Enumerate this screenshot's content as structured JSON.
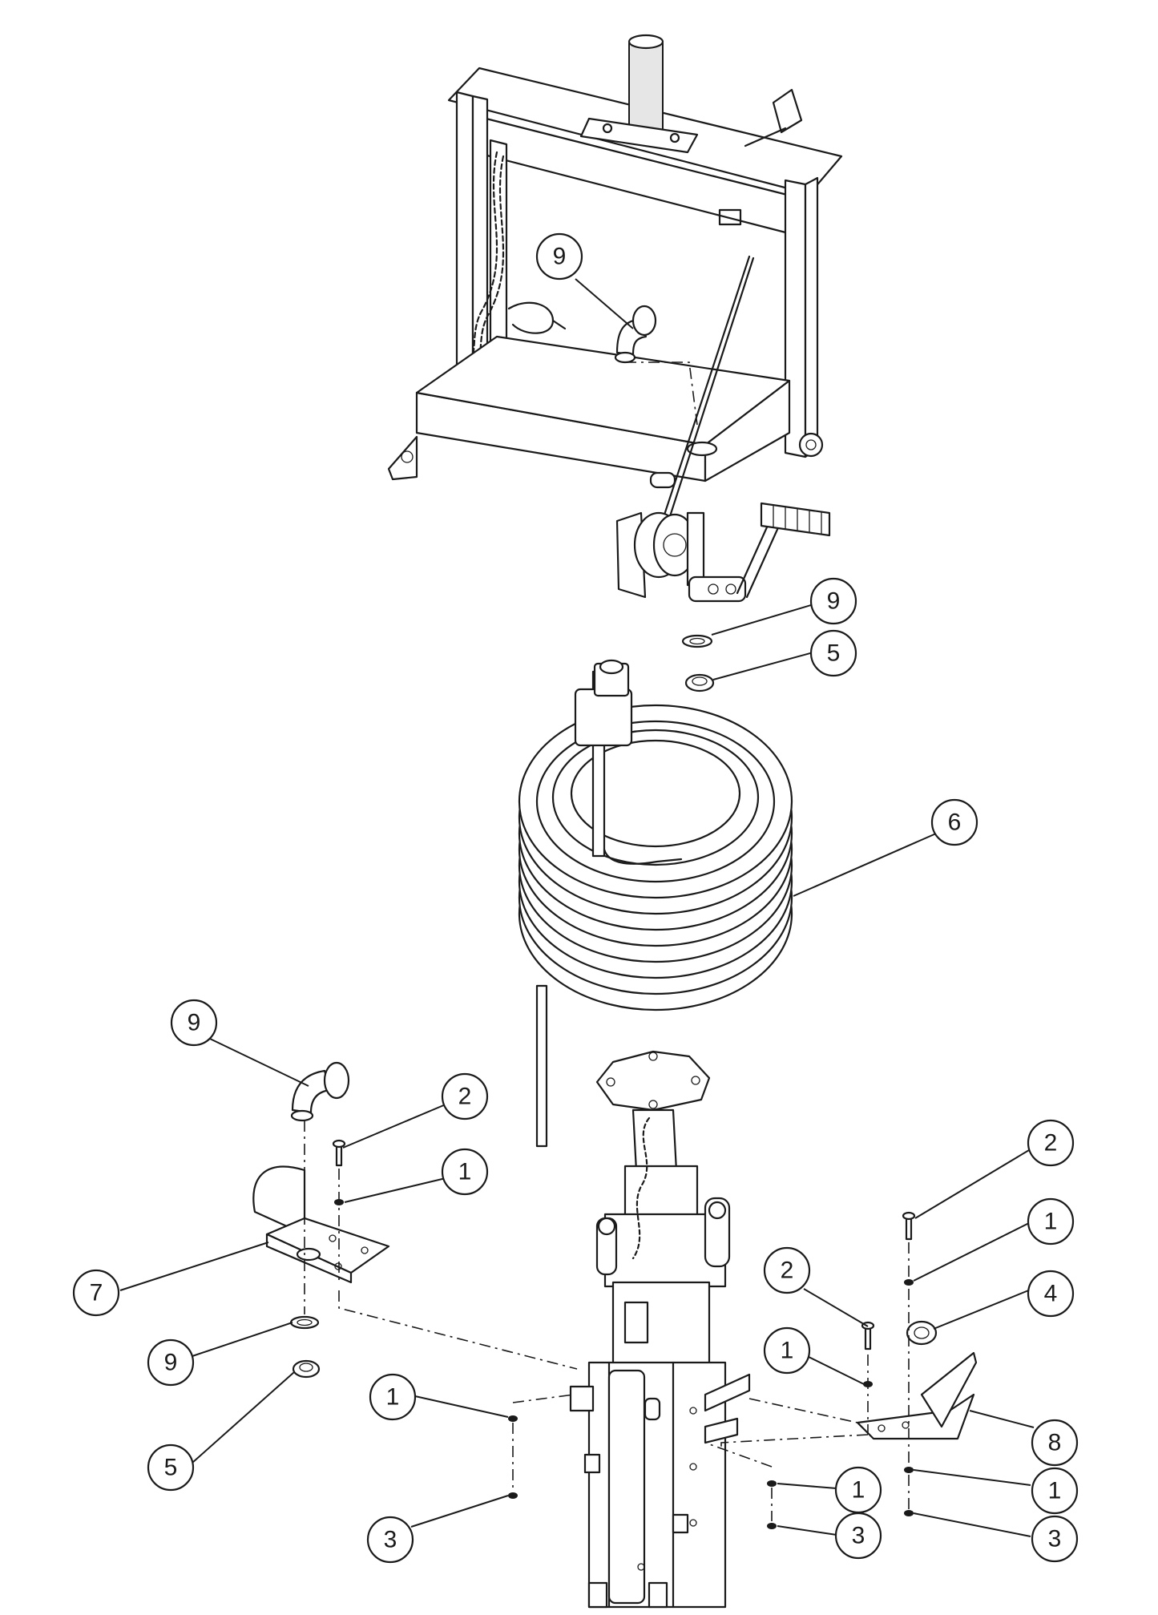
{
  "balloons": [
    {
      "label": "9"
    },
    {
      "label": "9"
    },
    {
      "label": "5"
    },
    {
      "label": "6"
    },
    {
      "label": "9"
    },
    {
      "label": "2"
    },
    {
      "label": "1"
    },
    {
      "label": "7"
    },
    {
      "label": "9"
    },
    {
      "label": "5"
    },
    {
      "label": "1"
    },
    {
      "label": "3"
    },
    {
      "label": "2"
    },
    {
      "label": "1"
    },
    {
      "label": "4"
    },
    {
      "label": "2"
    },
    {
      "label": "1"
    },
    {
      "label": "8"
    },
    {
      "label": "1"
    },
    {
      "label": "3"
    },
    {
      "label": "1"
    },
    {
      "label": "3"
    }
  ]
}
